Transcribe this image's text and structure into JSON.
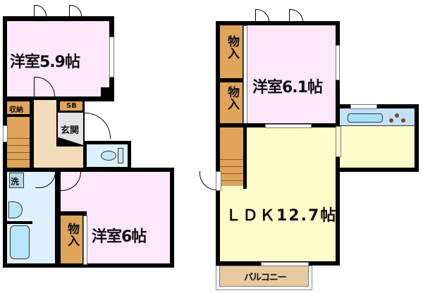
{
  "floor_plan": {
    "first_floor": {
      "rooms": [
        {
          "id": "western-room-1",
          "label": "洋室5.9帖",
          "type": "western",
          "size_jo": 5.9
        },
        {
          "id": "western-room-2",
          "label": "洋室6帖",
          "type": "western",
          "size_jo": 6
        },
        {
          "id": "storage",
          "label": "収納"
        },
        {
          "id": "shoe-box",
          "label": "SB"
        },
        {
          "id": "entrance",
          "label": "玄関"
        },
        {
          "id": "washer",
          "label": "洗"
        },
        {
          "id": "closet-1",
          "label": "物入"
        }
      ]
    },
    "second_floor": {
      "rooms": [
        {
          "id": "western-room-3",
          "label": "洋室6.1帖",
          "type": "western",
          "size_jo": 6.1
        },
        {
          "id": "ldk",
          "label": "ＬＤＫ12.7帖",
          "type": "LDK",
          "size_jo": 12.7
        },
        {
          "id": "closet-2",
          "label": "物入"
        },
        {
          "id": "closet-3",
          "label": "物入"
        },
        {
          "id": "balcony",
          "label": "バルコニー"
        }
      ]
    },
    "colors": {
      "western": "#fde8fb",
      "ldk": "#fefcc8",
      "wet_area": "#dff0fd",
      "hall": "#f3dcb9",
      "storage": "#e0a55a",
      "balcony": "#e8c9a0",
      "wall": "#000000"
    }
  }
}
